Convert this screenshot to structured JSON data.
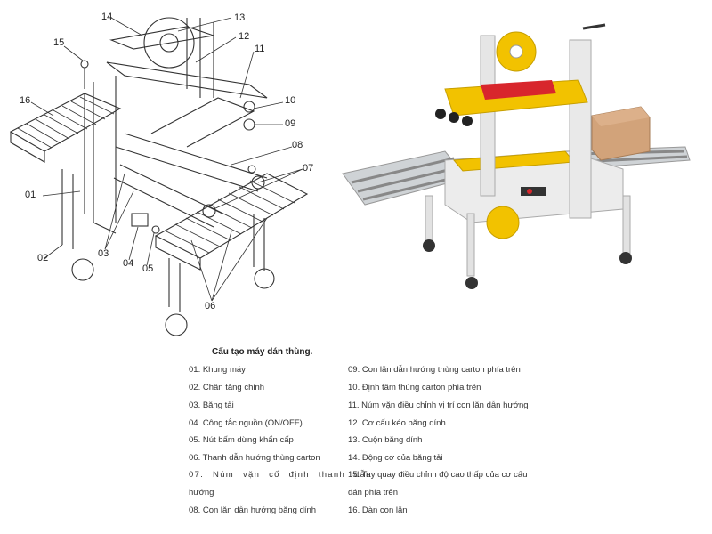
{
  "diagram": {
    "callouts": [
      "01",
      "02",
      "03",
      "04",
      "05",
      "06",
      "07",
      "08",
      "09",
      "10",
      "11",
      "12",
      "13",
      "14",
      "15",
      "16"
    ]
  },
  "legend": {
    "title": "Cấu tạo máy dán thùng.",
    "items": [
      "01. Khung máy",
      "02. Chân tăng chỉnh",
      "03. Băng tải",
      "04. Công tắc nguồn (ON/OFF)",
      "05. Nút bấm dừng khẩn cấp",
      "06. Thanh dẫn hướng thùng carton",
      "07. Núm vặn cố định thanh dẫn",
      "hướng",
      "08. Con lăn dẫn hướng băng dính",
      "09. Con lăn dẫn hướng thùng carton phía trên",
      "10. Định tâm thùng carton phía trên",
      "11. Núm vặn điều chỉnh vị trí con lăn dẫn hướng",
      "12. Cơ cấu kéo băng dính",
      "13. Cuộn băng dính",
      "14. Động cơ của băng tải",
      "15. Tay quay điều chỉnh độ cao thấp của cơ cấu",
      "dán phía trên",
      "16. Dàn con lăn"
    ]
  },
  "colors": {
    "accent_yellow": "#f2c200",
    "frame_gray": "#e6e6e6",
    "carton": "#d2a37a",
    "red": "#d8262c"
  }
}
